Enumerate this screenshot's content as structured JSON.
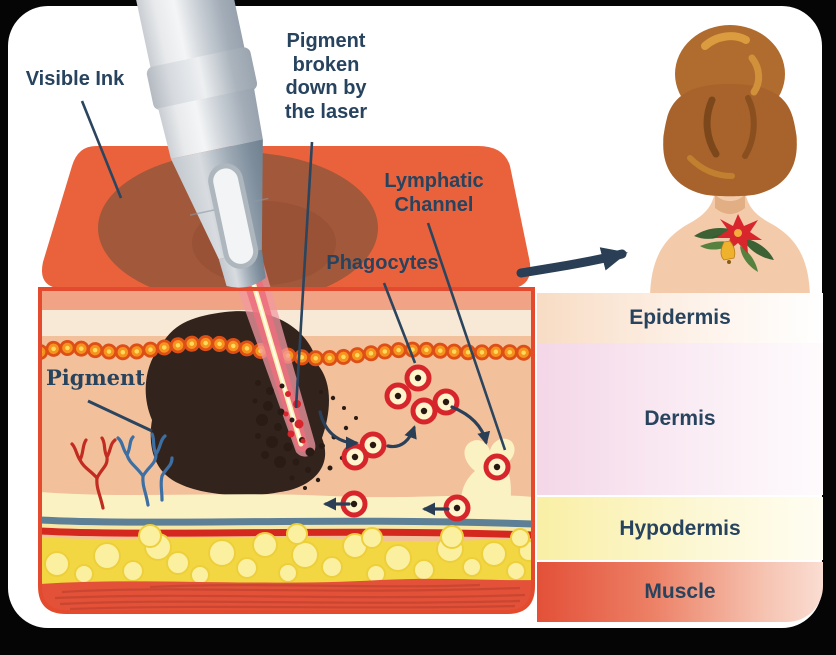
{
  "scene": {
    "callouts": {
      "visible_ink": "Visible Ink",
      "pigment_broken": "Pigment broken down by the laser",
      "lymphatic_channel": "Lymphatic Channel",
      "phagocytes": "Phagocytes",
      "pigment": "Pigment"
    },
    "skin_layers": [
      {
        "label": "Epidermis",
        "color": "#F8DCC4"
      },
      {
        "label": "Dermis",
        "color": "#F4D7E8"
      },
      {
        "label": "Hypodermis",
        "color": "#F9EFA5"
      },
      {
        "label": "Muscle",
        "color": "#E35038"
      }
    ],
    "colors": {
      "label_text": "#27435E",
      "arrow": "#2A3F55",
      "skin_surface": "#E9623C",
      "ink_spot": "#A2583A",
      "epidermis_cream": "#F8E9D6",
      "dermis_face": "#F2C19C",
      "junction_bead": "#F6921E",
      "pigment_blob": "#33231D",
      "laser_beam": "#EC6F7E",
      "phagocyte_ring": "#D7252C",
      "lymph": "#FBF2C4",
      "vein": "#5E8096",
      "artery": "#D4281F",
      "fat": "#F3D742",
      "muscle": "#E25138",
      "block_border": "#E44B2E",
      "hair": "#AE6A2C",
      "skin_tone": "#F4CBAA"
    },
    "icons": [
      "laser-handpiece-icon",
      "laser-beam-icon",
      "phagocyte-icon",
      "lymphatic-channel-icon",
      "capillary-icon",
      "tattooed-back-icon",
      "transfer-arrow-icon"
    ]
  }
}
